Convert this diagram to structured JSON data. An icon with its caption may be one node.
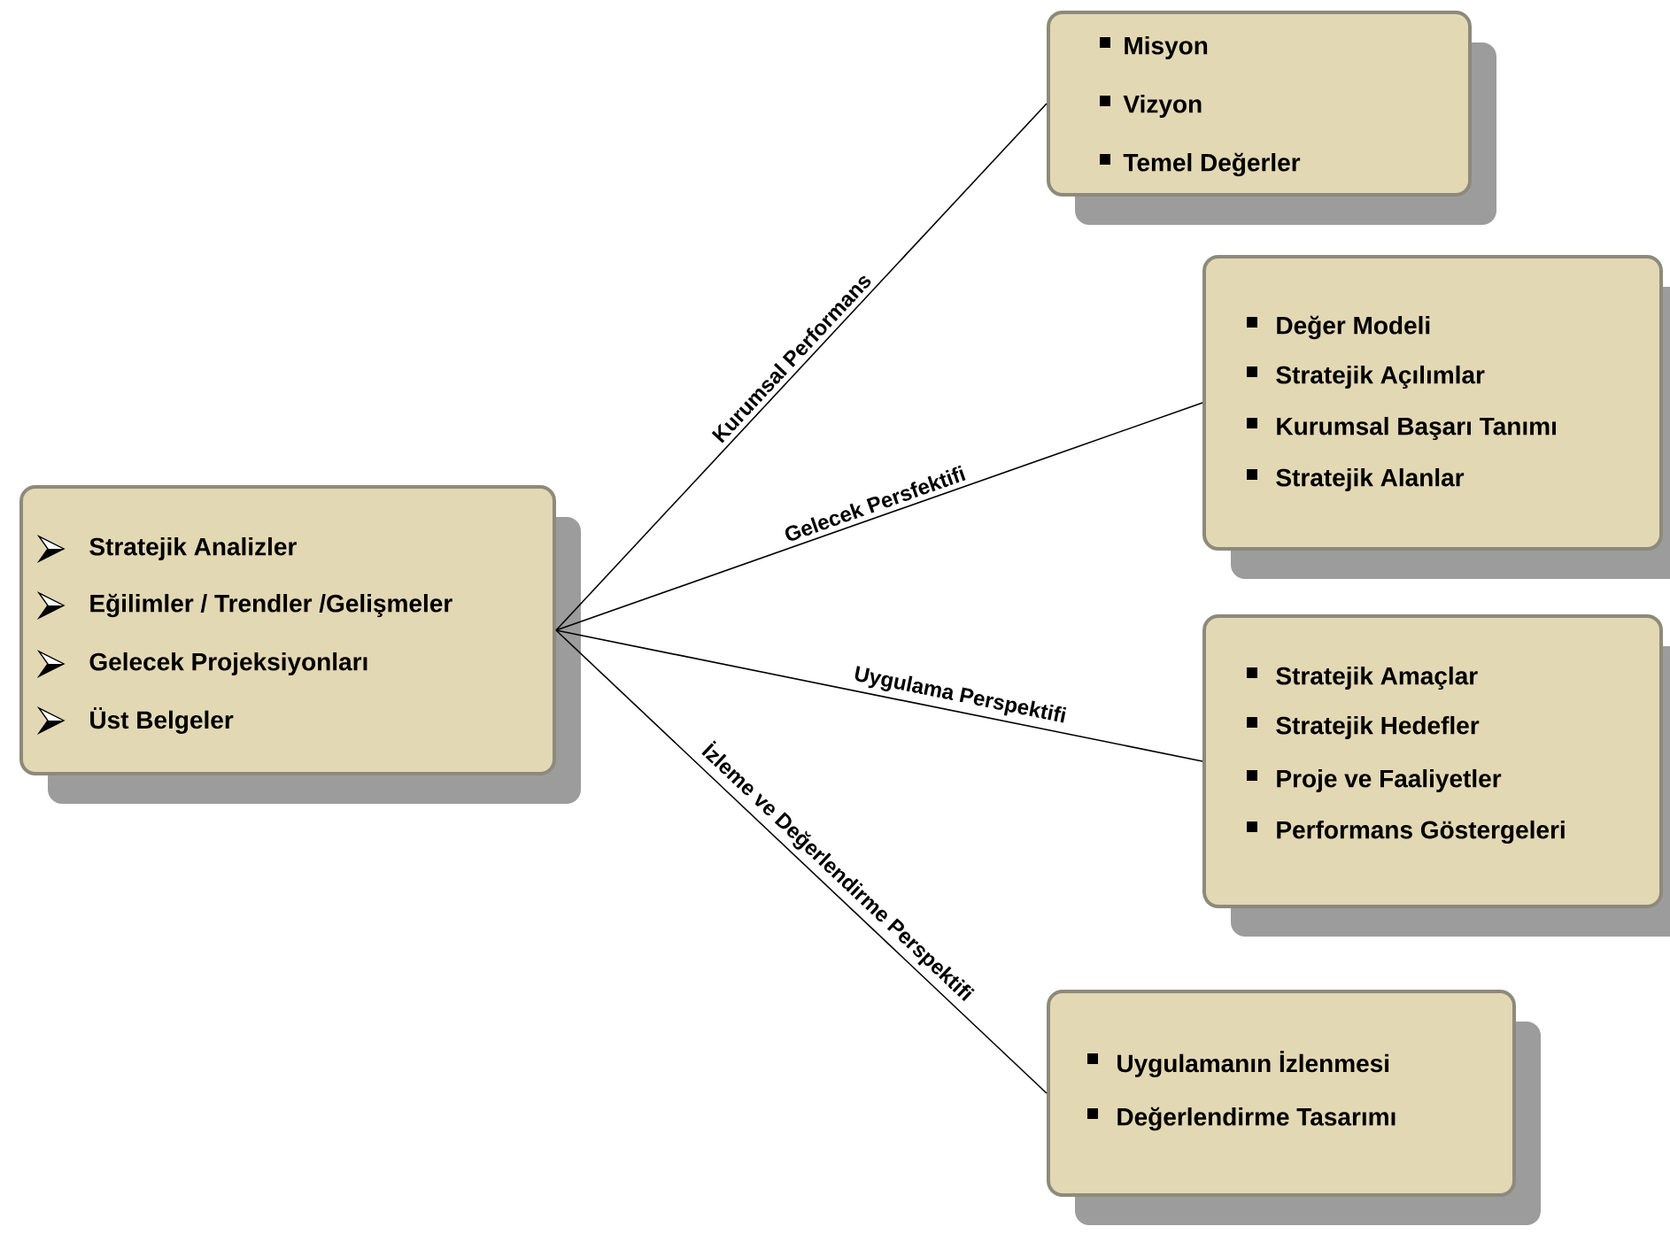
{
  "diagram": {
    "nodes": [
      {
        "text": [
          "Stratejik Analizler",
          "Eğilimler / Trendler /Gelişmeler",
          "Gelecek Projeksiyonları",
          "Üst Belgeler"
        ]
      },
      {
        "text": [
          "Misyon",
          "Vizyon",
          "Temel Değerler"
        ]
      },
      {
        "text": [
          "Değer Modeli",
          "Stratejik Açılımlar",
          "Kurumsal Başarı Tanımı",
          "Stratejik Alanlar"
        ]
      },
      {
        "text": [
          "Stratejik Amaçlar",
          "Stratejik Hedefler",
          "Proje ve Faaliyetler",
          "Performans Göstergeleri"
        ]
      },
      {
        "text": [
          "Uygulamanın İzlenmesi",
          "Değerlendirme Tasarımı"
        ]
      }
    ],
    "edges": [
      {
        "from": 0,
        "to": 1,
        "arrow": "none",
        "label": "Kurumsal Performans"
      },
      {
        "from": 0,
        "to": 2,
        "arrow": "none",
        "label": "Gelecek Persfektifi"
      },
      {
        "from": 0,
        "to": 3,
        "arrow": "none",
        "label": "Uygulama Perspektifi"
      },
      {
        "from": 0,
        "to": 4,
        "arrow": "none",
        "label": "İzleme ve Değerlendirme Perspektifi"
      }
    ]
  }
}
